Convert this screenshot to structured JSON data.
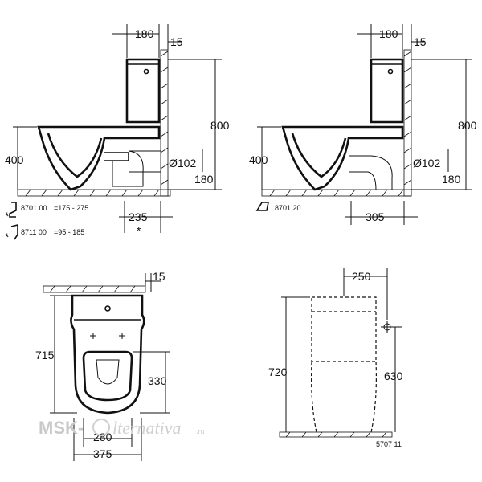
{
  "side_left": {
    "dim_tank_depth": "180",
    "dim_wall_gap": "15",
    "dim_tank_height": "800",
    "dim_seat_height": "400",
    "dim_outlet_dia": "Ø102",
    "dim_outlet_height": "180",
    "dim_outlet_offset": "235",
    "note_star": "*",
    "code_1": "8701 00",
    "range_1": "=175 - 275",
    "code_2": "8711 00",
    "range_2": "=95 - 185",
    "star_a": "*",
    "star_b": "*"
  },
  "side_right": {
    "dim_tank_depth": "180",
    "dim_wall_gap": "15",
    "dim_tank_height": "800",
    "dim_seat_height": "400",
    "dim_outlet_dia": "Ø102",
    "dim_outlet_height": "180",
    "dim_outlet_offset": "305",
    "code": "8701 20"
  },
  "top_view": {
    "dim_wall_gap": "15",
    "dim_length": "715",
    "dim_bowl_length": "330",
    "dim_inner_width": "280",
    "dim_width": "375"
  },
  "front_view": {
    "dim_tank_width": "250",
    "dim_total_height": "720",
    "dim_bowl_height": "630",
    "code": "5707 11"
  },
  "watermark": {
    "left": "MSK-",
    "right": "lternativa",
    "suffix": ".ru"
  }
}
